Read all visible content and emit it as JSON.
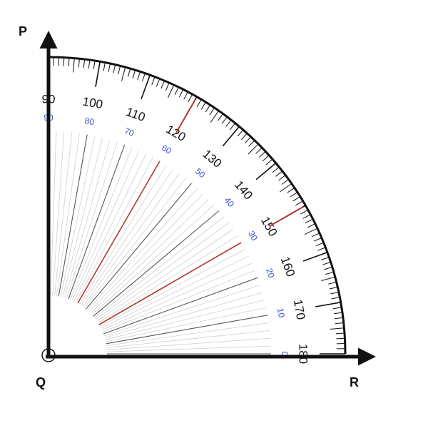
{
  "points": {
    "p": "P",
    "q": "Q",
    "r": "R"
  },
  "protractor": {
    "outer_labels": [
      "90",
      "100",
      "110",
      "120",
      "130",
      "140",
      "150",
      "160",
      "170",
      "180"
    ],
    "inner_labels": [
      "90",
      "80",
      "70",
      "60",
      "50",
      "40",
      "30",
      "20",
      "10",
      "0"
    ],
    "highlighted_ray_degrees": [
      120,
      150
    ],
    "colors": {
      "scale": "#111111",
      "inner_numbers": "#3a4fd6",
      "highlight": "#b03a2e",
      "spoke": "#555555",
      "spoke_light": "#cfcfcf"
    }
  }
}
